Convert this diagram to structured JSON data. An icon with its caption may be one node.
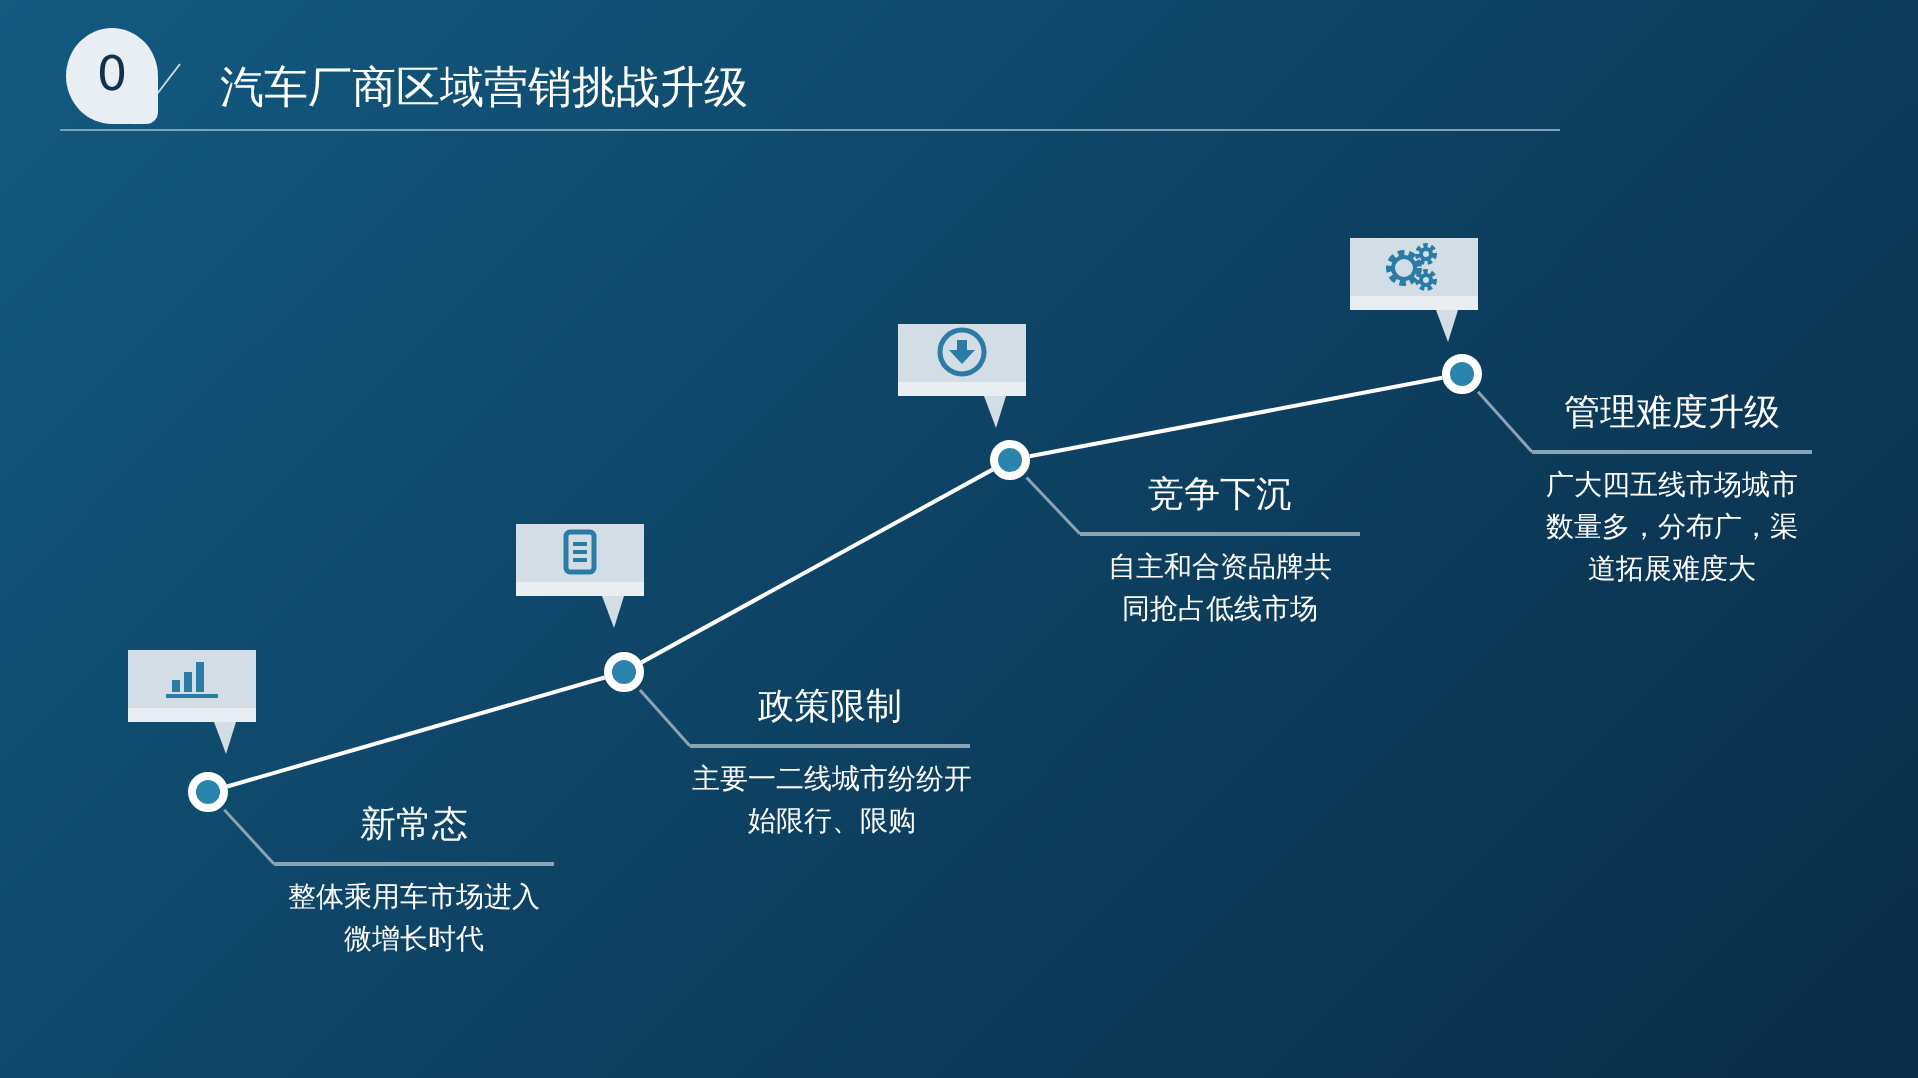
{
  "diagram": {
    "title": "汽车厂商区域营销挑战升级",
    "nodes": [
      {
        "text": [],
        "shape": "circle"
      },
      {
        "text": [],
        "shape": "circle"
      },
      {
        "text": [],
        "shape": "circle"
      },
      {
        "text": [],
        "shape": "circle"
      },
      {
        "text": [
          "新常态",
          "整体乘用车市场进入微增长时代"
        ]
      },
      {
        "text": [
          "政策限制",
          "主要一二线城市纷纷开始限行、限购"
        ]
      },
      {
        "text": [
          "竞争下沉",
          "自主和合资品牌共同抢占低线市场"
        ]
      },
      {
        "text": [
          "管理难度升级",
          "广大四五线市场城市数量多，分布广，渠道拓展难度大"
        ]
      }
    ],
    "edges": [
      {
        "from": 0,
        "to": 1,
        "arrow": "none",
        "color": "#ffffff"
      },
      {
        "from": 1,
        "to": 2,
        "arrow": "none",
        "color": "#ffffff"
      },
      {
        "from": 2,
        "to": 3,
        "arrow": "none",
        "color": "#ffffff"
      },
      {
        "from": 0,
        "to": 4,
        "arrow": "none"
      },
      {
        "from": 1,
        "to": 5,
        "arrow": "none"
      },
      {
        "from": 2,
        "to": 6,
        "arrow": "none"
      },
      {
        "from": 3,
        "to": 7,
        "arrow": "none"
      }
    ],
    "labels": [
      "0"
    ]
  }
}
